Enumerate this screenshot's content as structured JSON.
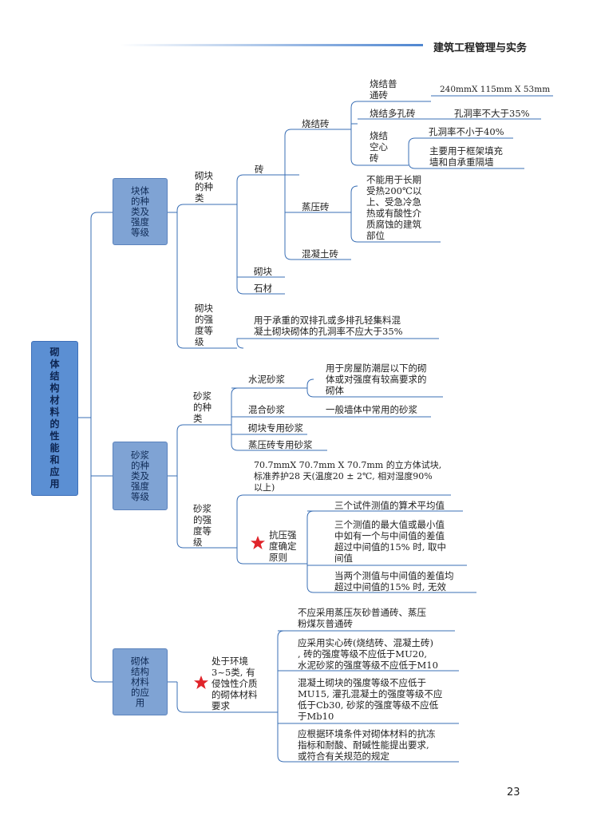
{
  "header": {
    "title": "建筑工程管理与实务"
  },
  "page_number": "23",
  "colors": {
    "line": "#3a6fb5",
    "box": "#7fa3d4",
    "root": "#5b8fd3",
    "star": "#e0242a"
  },
  "root": "砌\n体\n结\n构\n材\n料\n的\n性\n能\n和\n应\n用",
  "sec1": {
    "box": "块体\n的种\n类及\n强度\n等级",
    "kinds": "砌块\n的种\n类",
    "brick": "砖",
    "sintered": "烧结砖",
    "ordinary": "烧结普\n通砖",
    "ordinary_size": "240mmX 115mm X 53mm",
    "porous": "烧结多孔砖",
    "porous_rate": "孔洞率不大于35%",
    "hollow": "烧结\n空心\n砖",
    "hollow_rate": "孔洞率不小于40%",
    "hollow_use": "主要用于框架填充\n墙和自承重隔墙",
    "steam": "蒸压砖",
    "steam_note": "不能用于长期\n受热200℃以\n上、受急冷急\n热或有酸性介\n质腐蚀的建筑\n部位",
    "concrete": "混凝土砖",
    "block": "砌块",
    "stone": "石材",
    "strength": "砌块\n的强\n度等\n级",
    "strength_note": "用于承重的双排孔或多排孔轻集料混\n凝土砌块砌体的孔洞率不应大于35%"
  },
  "sec2": {
    "box": "砂浆\n的种\n类及\n强度\n等级",
    "kinds": "砂浆\n的种\n类",
    "cement": "水泥砂浆",
    "cement_note": "用于房屋防潮层以下的砌\n体或对强度有较高要求的\n砌体",
    "mixed": "混合砂浆",
    "mixed_note": "一般墙体中常用的砂浆",
    "block_mortar": "砌块专用砂浆",
    "steam_mortar": "蒸压砖专用砂浆",
    "strength": "砂浆\n的强\n度等\n级",
    "cube_note": "70.7mmX 70.7mm X 70.7mm 的立方体试块,\n标准养护28 天(温度20 ± 2℃, 相对湿度90%\n以上)",
    "principle": "抗压强\n度确定\n原则",
    "rule1": "三个试件测值的算术平均值",
    "rule2": "三个测值的最大值或最小值\n中如有一个与中间值的差值\n超过中间值的15% 时, 取中\n间值",
    "rule3": "当两个测值与中间值的差值均\n超过中间值的15% 时, 无效"
  },
  "sec3": {
    "box": "砌体\n结构\n材料\n的应\n用",
    "env": "处于环境\n3~5类, 有\n侵蚀性介质\n的砌体材料\n要求",
    "req1": "不应采用蒸压灰砂普通砖、蒸压\n粉煤灰普通砖",
    "req2": "应采用实心砖(烧结砖、混凝土砖)\n, 砖的强度等级不应低于MU20,\n水泥砂浆的强度等级不应低于M10",
    "req3": "混凝土砌块的强度等级不应低于\nMU15, 灌孔混凝土的强度等级不应\n低于Cb30, 砂浆的强度等级不应低\n于Mb10",
    "req4": "应根据环境条件对砌体材料的抗冻\n指标和耐酸、耐碱性能提出要求,\n或符合有关规范的规定"
  }
}
